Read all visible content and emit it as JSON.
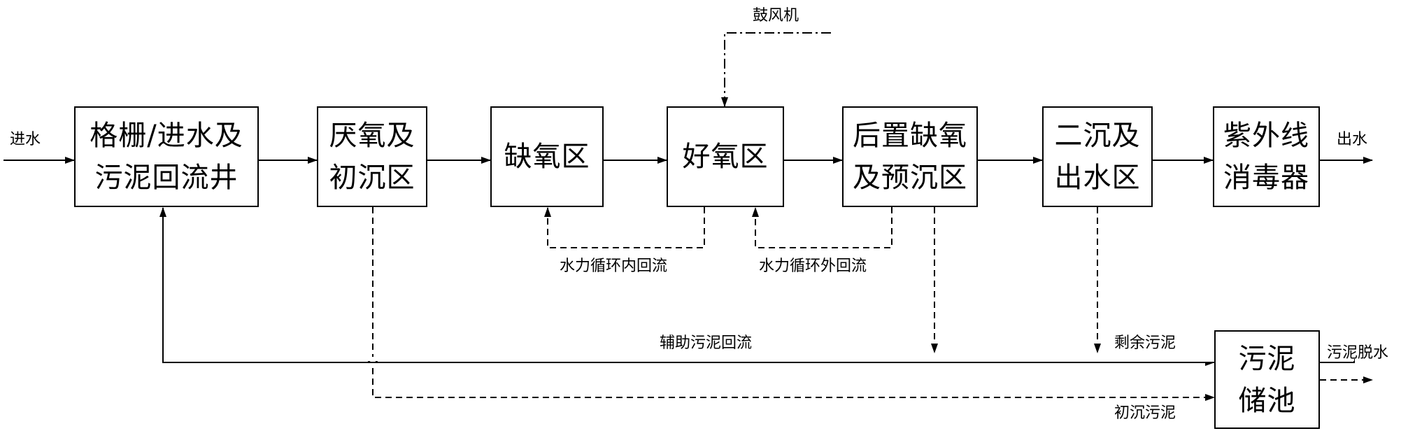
{
  "boxes": {
    "screen_well": [
      "格栅/进水及",
      "污泥回流井"
    ],
    "anaerobic": [
      "厌氧及",
      "初沉区"
    ],
    "anoxic": [
      "缺氧区"
    ],
    "aerobic": [
      "好氧区"
    ],
    "post_anoxic": [
      "后置缺氧",
      "及预沉区"
    ],
    "secondary": [
      "二沉及",
      "出水区"
    ],
    "uv": [
      "紫外线",
      "消毒器"
    ],
    "sludge_tank": [
      "污泥",
      "储池"
    ]
  },
  "labels": {
    "inflow": "进水",
    "outflow": "出水",
    "blower": "鼓风机",
    "internal_recycle": "水力循环内回流",
    "external_recycle": "水力循环外回流",
    "aux_sludge_return": "辅助污泥回流",
    "excess_sludge": "剩余污泥",
    "primary_sludge": "初沉污泥",
    "sludge_dewatering": "污泥脱水"
  }
}
